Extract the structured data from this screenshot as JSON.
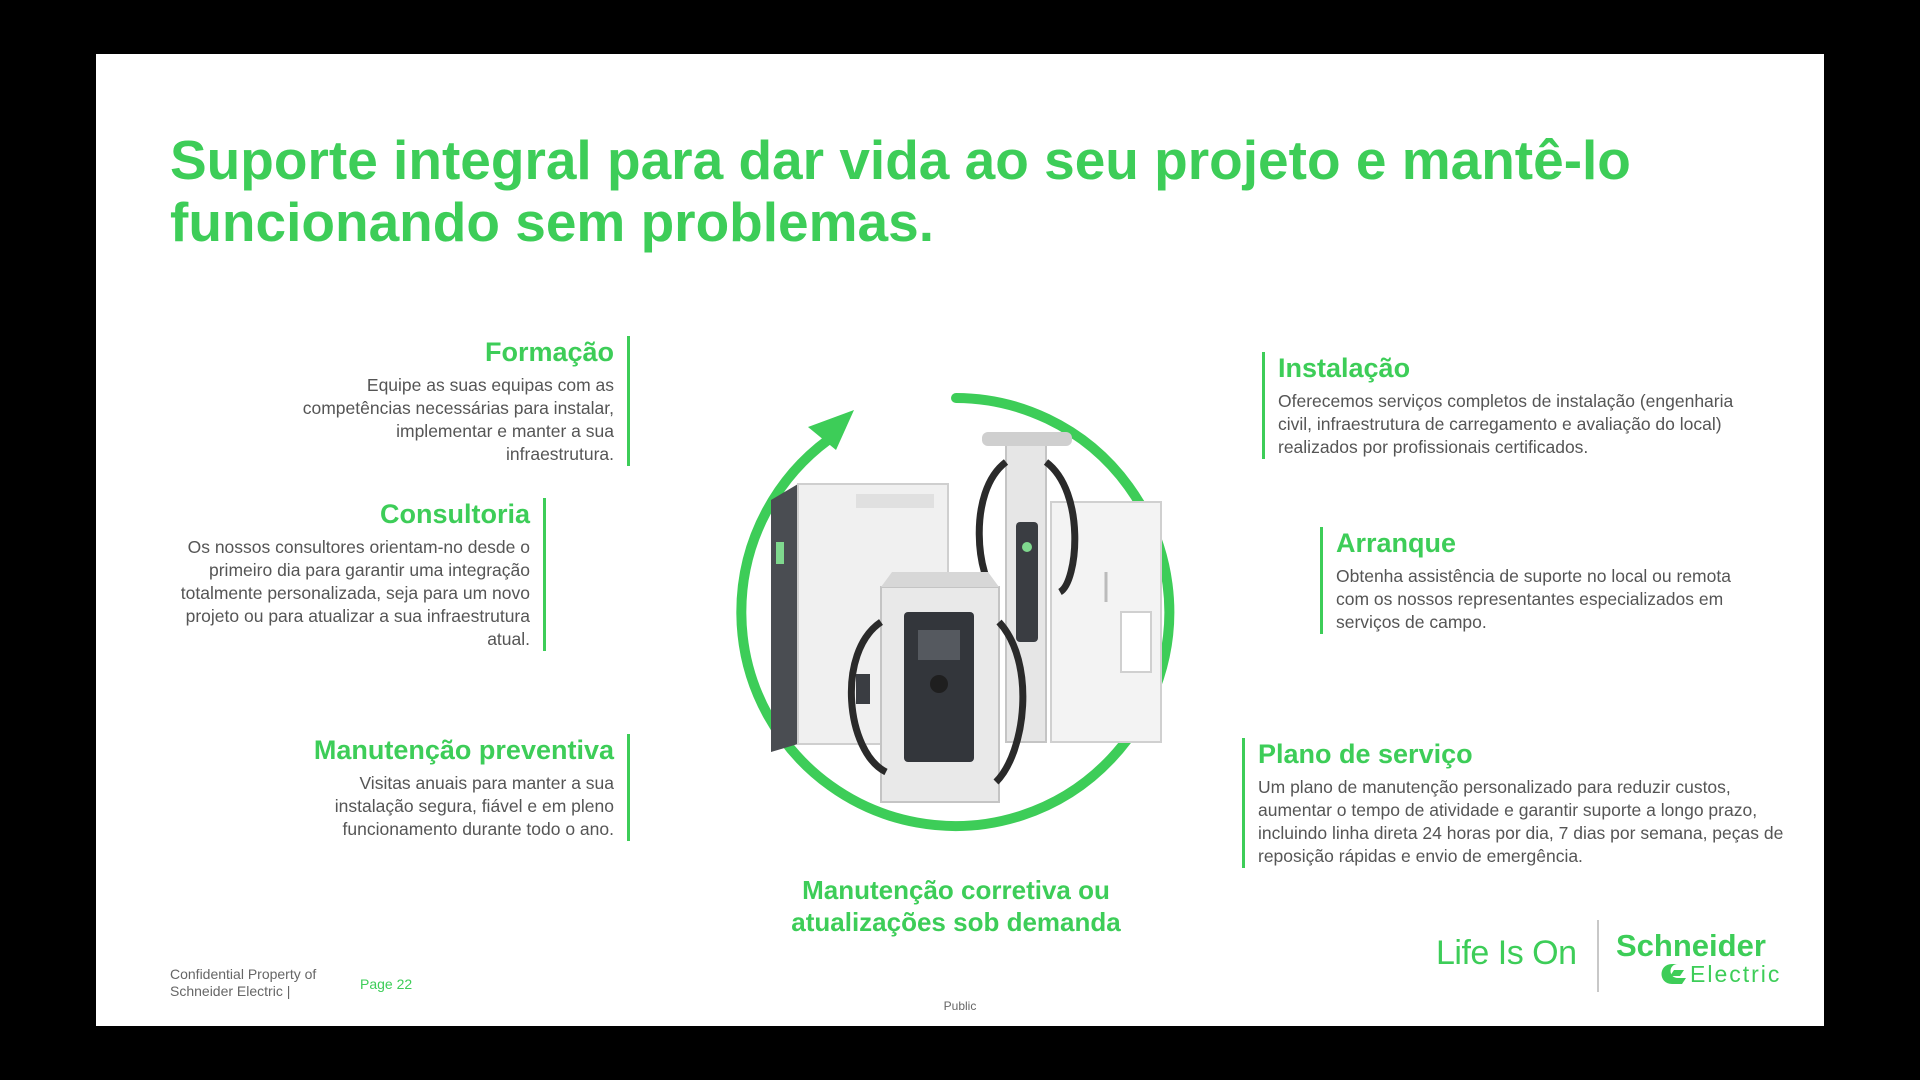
{
  "slide": {
    "title_line1": "Suporte integral para dar vida ao seu projeto e mantê-lo",
    "title_line2": "funcionando sem problemas."
  },
  "services": {
    "formacao": {
      "title": "Formação",
      "text": "Equipe as suas equipas com as competências necessárias para instalar, implementar e manter a sua infraestrutura."
    },
    "consultoria": {
      "title": "Consultoria",
      "text": "Os nossos consultores orientam-no desde o primeiro dia para garantir uma integração totalmente personalizada, seja para um novo projeto ou para atualizar a sua infraestrutura atual."
    },
    "preventiva": {
      "title": "Manutenção preventiva",
      "text": "Visitas anuais para manter a sua instalação segura, fiável e em pleno funcionamento durante todo o ano."
    },
    "instalacao": {
      "title": "Instalação",
      "text": "Oferecemos serviços completos de instalação (engenharia civil, infraestrutura de carregamento e avaliação do local) realizados por profissionais certificados."
    },
    "arranque": {
      "title": "Arranque",
      "text": "Obtenha assistência de suporte no local ou remota com os nossos representantes especializados em serviços de campo."
    },
    "plano": {
      "title": "Plano de serviço",
      "text": "Um plano de manutenção personalizado para reduzir custos, aumentar o tempo de atividade e garantir suporte a longo prazo, incluindo linha direta 24 horas por dia, 7 dias por semana, peças de reposição rápidas e envio de emergência."
    },
    "corretiva_line1": "Manutenção corretiva ou",
    "corretiva_line2": "atualizações sob demanda"
  },
  "footer": {
    "confidential": "Confidential Property of Schneider Electric |",
    "page": "Page 22",
    "classification": "Public"
  },
  "brand": {
    "tagline": "Life Is On",
    "logo_line1": "Schneider",
    "logo_line2": "Electric",
    "accent_color": "#3dcd58"
  },
  "icons": {
    "cycle": "circular-arrow-icon",
    "chargers": "ev-charger-illustration",
    "power": "power-icon"
  }
}
